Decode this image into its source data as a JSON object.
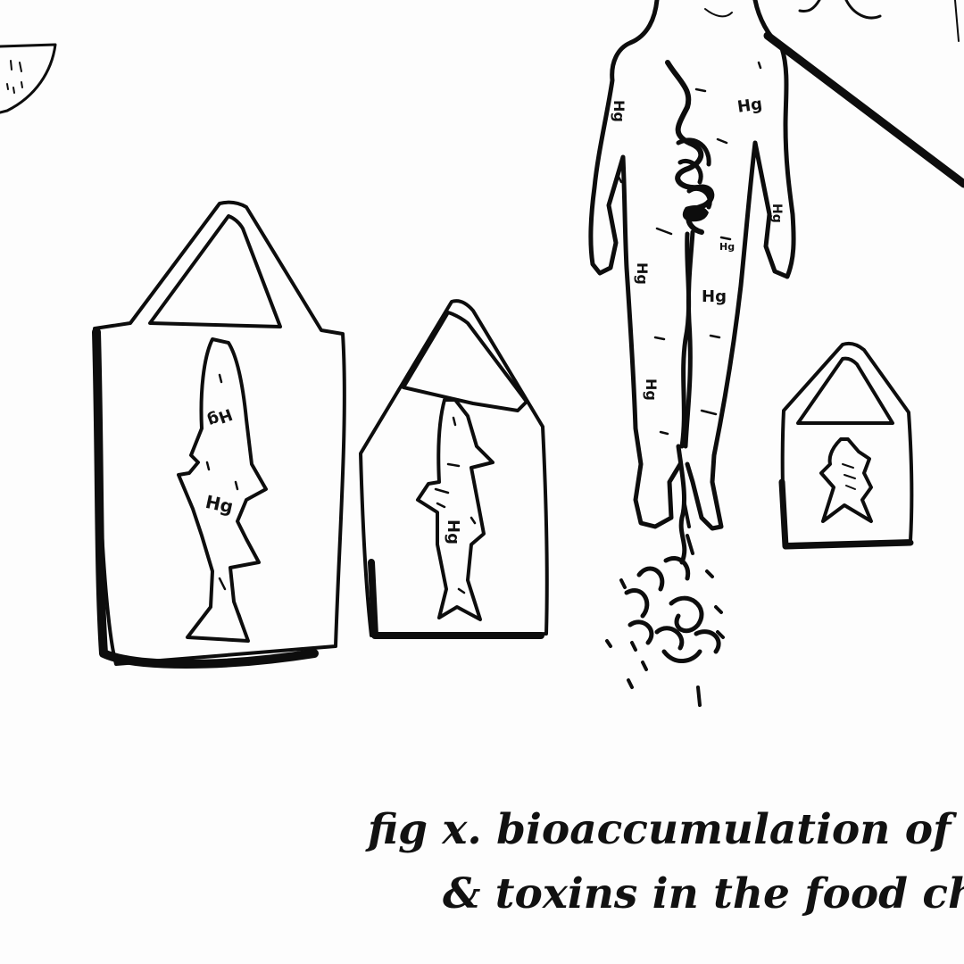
{
  "caption": {
    "line_1": "fig x.  bioaccumulation of plas",
    "line_2": "& toxins in the food chain"
  },
  "contaminant_labels": {
    "mercury": "Hg"
  }
}
